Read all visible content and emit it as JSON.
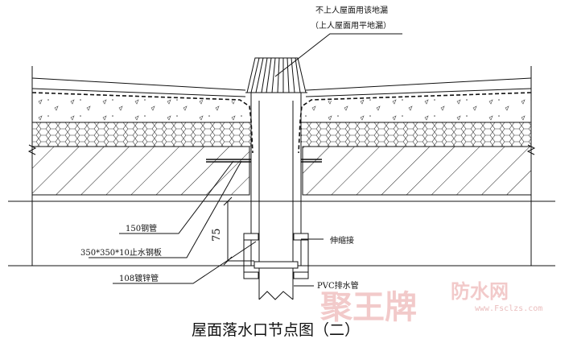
{
  "labels": {
    "top_line1": "不上人屋面用该地漏",
    "top_line2": "（上人屋面用平地漏）",
    "steel_pipe": "150钢管",
    "water_plate": "350*350*10止水钢板",
    "galv_pipe": "108镀锌管",
    "expansion": "伸缩接",
    "pvc_pipe": "PVC排水管",
    "dimension": "75"
  },
  "title": "屋面落水口节点图（二）",
  "watermark": {
    "brand": "聚王牌",
    "sub": "防水网",
    "url": "www.Fsclzs.com"
  },
  "colors": {
    "line": "#111111",
    "watermark": "#e9a0a0"
  }
}
